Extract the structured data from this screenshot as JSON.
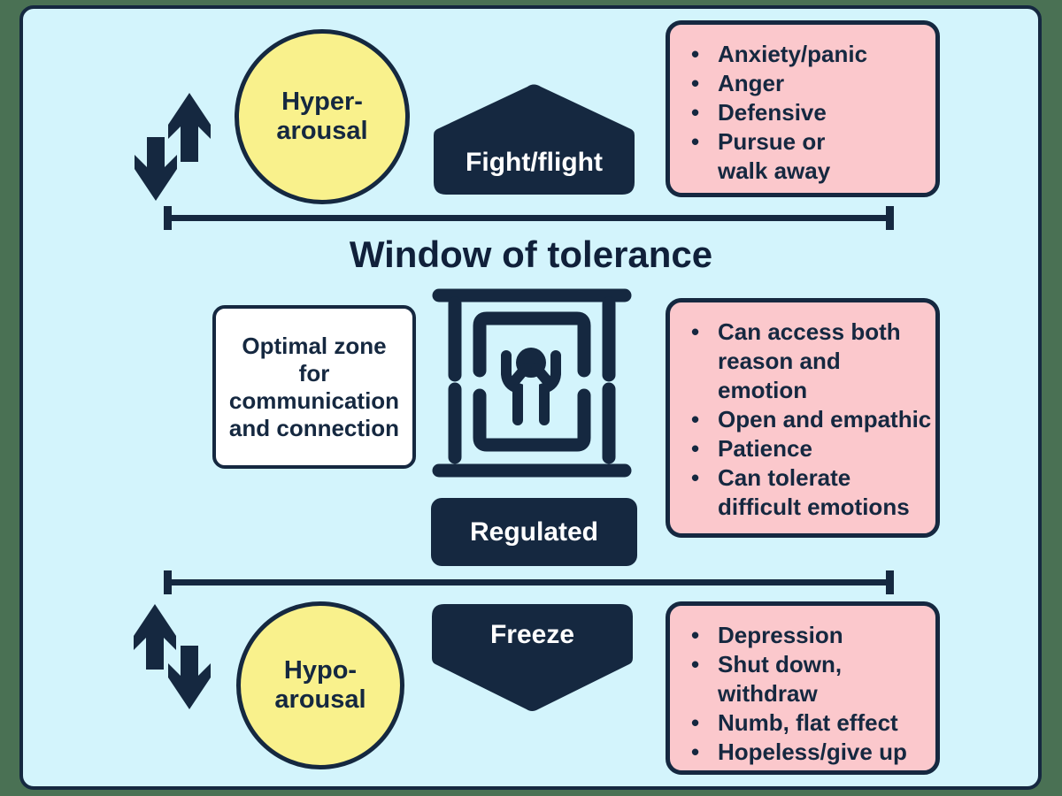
{
  "colors": {
    "background_green": "#4a7154",
    "panel_blue": "#d3f4fc",
    "navy": "#152840",
    "pink": "#fbc8cc",
    "yellow": "#f9f18c",
    "white": "#ffffff"
  },
  "ui": {
    "bullet_char": "•"
  },
  "title": "Window of tolerance",
  "top_section": {
    "circle_label": "Hyper-\narousal",
    "shape_label": "Fight/flight",
    "bullets": [
      "Anxiety/panic",
      "Anger",
      "Defensive",
      "Pursue or\nwalk away"
    ]
  },
  "middle_section": {
    "optimal_box_text": "Optimal zone\nfor\ncommunication\nand connection",
    "shape_label": "Regulated",
    "bullets": [
      "Can access both\nreason and\nemotion",
      "Open and empathic",
      "Patience",
      "Can tolerate\ndifficult emotions"
    ]
  },
  "bottom_section": {
    "circle_label": "Hypo-\narousal",
    "shape_label": "Freeze",
    "bullets": [
      "Depression",
      "Shut down,\nwithdraw",
      "Numb, flat effect",
      "Hopeless/give up"
    ]
  }
}
